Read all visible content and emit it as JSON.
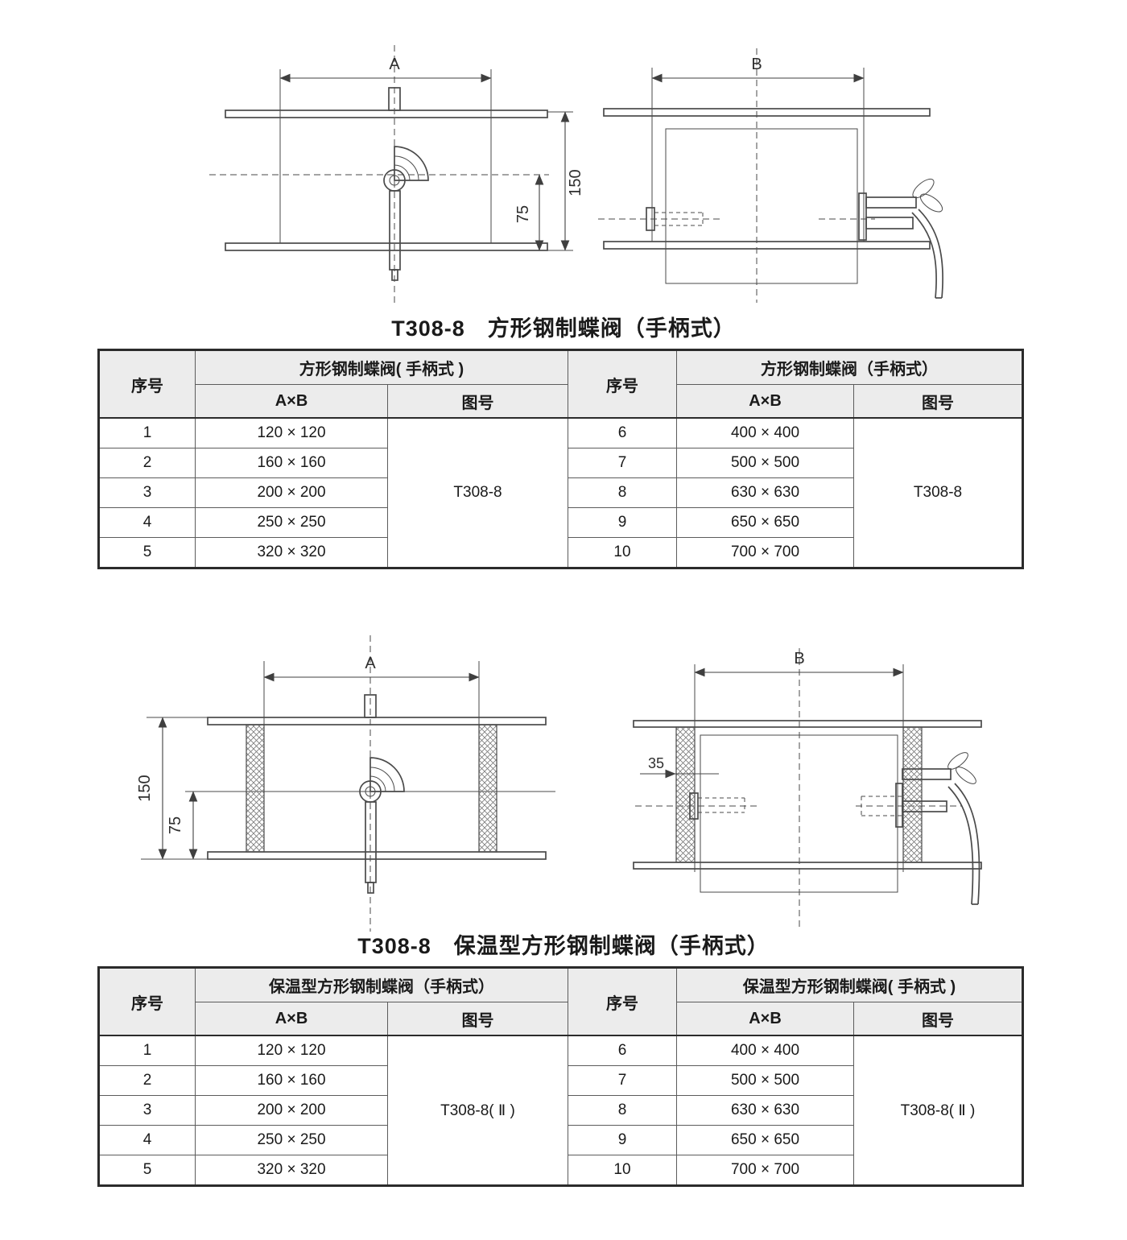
{
  "titles": {
    "section1": "T308-8　方形钢制蝶阀（手柄式）",
    "section2": "T308-8　保温型方形钢制蝶阀（手柄式）"
  },
  "diagram_labels": {
    "d1": {
      "width_label": "A",
      "height_overall": "150",
      "height_half": "75"
    },
    "d2": {
      "width_label": "B"
    },
    "d3": {
      "width_label": "A",
      "height_overall": "150",
      "height_half": "75"
    },
    "d4": {
      "width_label": "B",
      "insulation_offset": "35"
    }
  },
  "table1": {
    "left": {
      "seq": "序号",
      "group": "方形钢制蝶阀( 手柄式 )",
      "size": "A×B",
      "fig": "图号",
      "fig_no": "T308-8",
      "rows": [
        {
          "seq": "1",
          "size": "120 × 120"
        },
        {
          "seq": "2",
          "size": "160 × 160"
        },
        {
          "seq": "3",
          "size": "200 × 200"
        },
        {
          "seq": "4",
          "size": "250 × 250"
        },
        {
          "seq": "5",
          "size": "320 × 320"
        }
      ]
    },
    "right": {
      "seq": "序号",
      "group": "方形钢制蝶阀（手柄式）",
      "size": "A×B",
      "fig": "图号",
      "fig_no": "T308-8",
      "rows": [
        {
          "seq": "6",
          "size": "400 × 400"
        },
        {
          "seq": "7",
          "size": "500 × 500"
        },
        {
          "seq": "8",
          "size": "630 × 630"
        },
        {
          "seq": "9",
          "size": "650 × 650"
        },
        {
          "seq": "10",
          "size": "700 × 700"
        }
      ]
    }
  },
  "table2": {
    "left": {
      "seq": "序号",
      "group": "保温型方形钢制蝶阀（手柄式）",
      "size": "A×B",
      "fig": "图号",
      "fig_no": "T308-8( Ⅱ )",
      "rows": [
        {
          "seq": "1",
          "size": "120 × 120"
        },
        {
          "seq": "2",
          "size": "160 × 160"
        },
        {
          "seq": "3",
          "size": "200 × 200"
        },
        {
          "seq": "4",
          "size": "250 × 250"
        },
        {
          "seq": "5",
          "size": "320 × 320"
        }
      ]
    },
    "right": {
      "seq": "序号",
      "group": "保温型方形钢制蝶阀( 手柄式 )",
      "size": "A×B",
      "fig": "图号",
      "fig_no": "T308-8( Ⅱ )",
      "rows": [
        {
          "seq": "6",
          "size": "400 × 400"
        },
        {
          "seq": "7",
          "size": "500 × 500"
        },
        {
          "seq": "8",
          "size": "630 × 630"
        },
        {
          "seq": "9",
          "size": "650 × 650"
        },
        {
          "seq": "10",
          "size": "700 × 700"
        }
      ]
    }
  }
}
